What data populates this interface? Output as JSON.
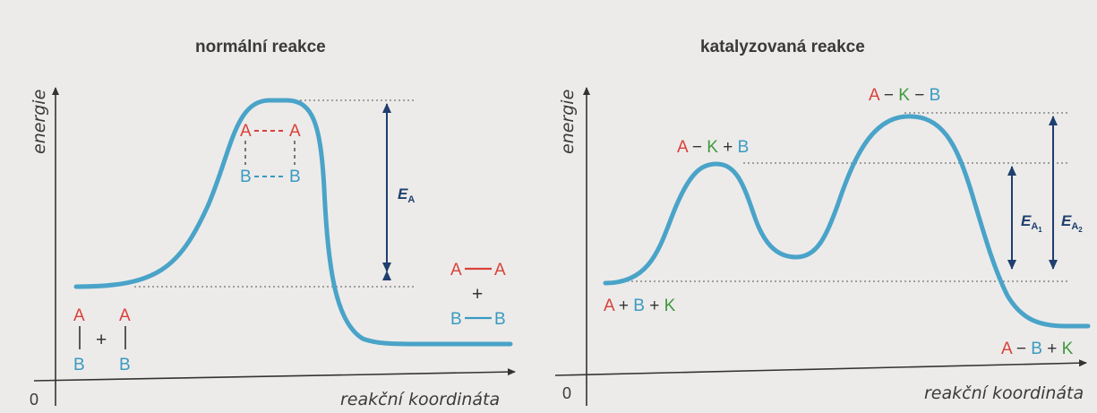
{
  "left_panel": {
    "title": "normální reakce",
    "y_axis_label": "energie",
    "x_axis_label": "reakční koordináta",
    "origin_label": "0",
    "activation_energy_label": "E",
    "activation_energy_subscript": "A",
    "reactants": {
      "top_left": "A",
      "bottom_left": "B",
      "plus": "+",
      "top_right": "A",
      "bottom_right": "B"
    },
    "transition_state": {
      "top_left": "A",
      "top_right": "A",
      "bottom_left": "B",
      "bottom_right": "B"
    },
    "products": {
      "a1": "A",
      "a2": "A",
      "plus": "+",
      "b1": "B",
      "b2": "B"
    }
  },
  "right_panel": {
    "title": "katalyzovaná reakce",
    "y_axis_label": "energie",
    "x_axis_label": "reakční koordináta",
    "origin_label": "0",
    "peak1_label": {
      "a": "A",
      "dash1": "−",
      "k": "K",
      "plus": "+",
      "b": "B"
    },
    "peak2_label": {
      "a": "A",
      "dash1": "−",
      "k": "K",
      "dash2": "−",
      "b": "B"
    },
    "start_label": {
      "a": "A",
      "plus1": "+",
      "b": "B",
      "plus2": "+",
      "k": "K"
    },
    "end_label": {
      "a": "A",
      "dash": "−",
      "b": "B",
      "plus": "+",
      "k": "K"
    },
    "ea1": {
      "main": "E",
      "sub": "A",
      "sub2": "1"
    },
    "ea2": {
      "main": "E",
      "sub": "A",
      "sub2": "2"
    }
  },
  "colors": {
    "curve": "#4aa3c8",
    "red": "#d9413a",
    "blue": "#3a9ac0",
    "green": "#3f9a3c",
    "arrow": "#1f3f6e"
  }
}
